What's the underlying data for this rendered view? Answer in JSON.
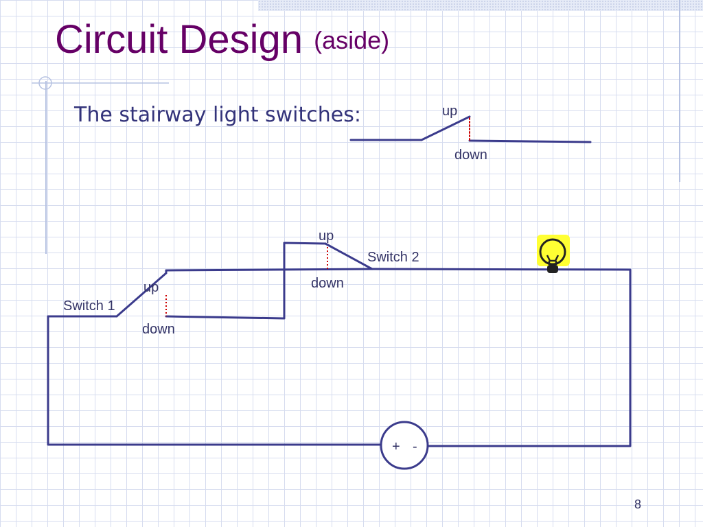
{
  "slide": {
    "title": "Circuit Design",
    "title_aside": "(aside)",
    "subtitle": "The stairway light switches:",
    "page_number": "8"
  },
  "legend_switch": {
    "up_label": "up",
    "down_label": "down"
  },
  "switch1": {
    "name": "Switch 1",
    "up_label": "up",
    "down_label": "down"
  },
  "switch2": {
    "name": "Switch 2",
    "up_label": "up",
    "down_label": "down"
  },
  "battery": {
    "plus": "+",
    "minus": "-"
  },
  "colors": {
    "title": "#660066",
    "wire": "#3b3b8c",
    "contact": "#cc0000",
    "bulb": "#ffff33",
    "grid": "#d6dcef"
  },
  "icons": {
    "bulb": "light-bulb-icon"
  }
}
